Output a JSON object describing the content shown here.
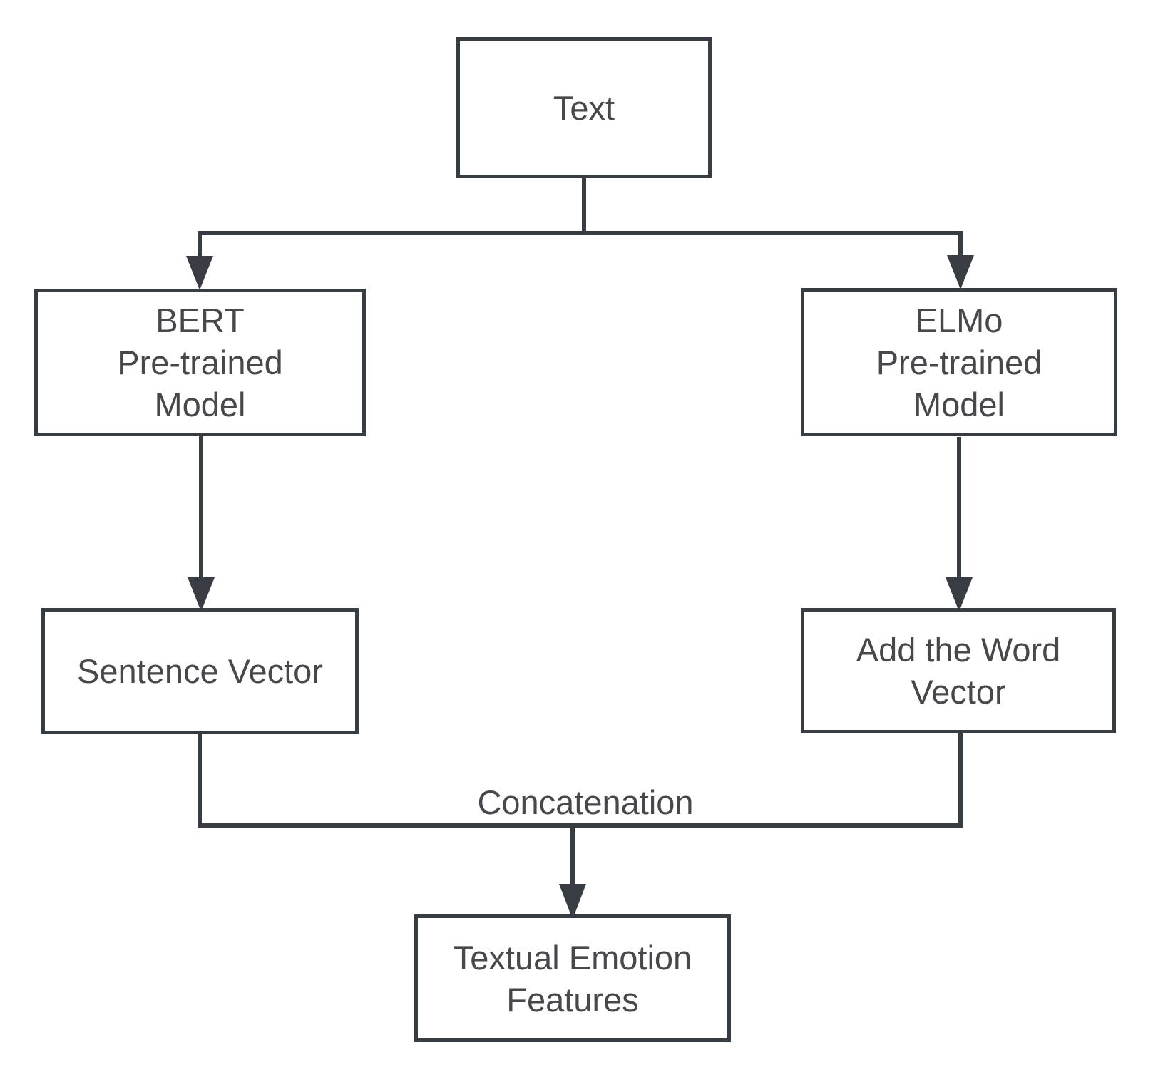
{
  "colors": {
    "background": "#ffffff",
    "line": "#383d44",
    "text": "#46484c"
  },
  "nodes": {
    "text": {
      "label": "Text"
    },
    "bert": {
      "label": "BERT\nPre-trained\nModel"
    },
    "elmo": {
      "label": "ELMo\nPre-trained\nModel"
    },
    "sentence_vector": {
      "label": "Sentence Vector"
    },
    "add_word_vector": {
      "label": "Add the Word\nVector"
    },
    "textual_emotion_features": {
      "label": "Textual Emotion\nFeatures"
    }
  },
  "labels": {
    "concatenation": "Concatenation"
  },
  "chart_data": {
    "type": "flowchart",
    "edges": [
      {
        "from": "Text",
        "to": "BERT Pre-trained Model"
      },
      {
        "from": "Text",
        "to": "ELMo Pre-trained Model"
      },
      {
        "from": "BERT Pre-trained Model",
        "to": "Sentence Vector"
      },
      {
        "from": "ELMo Pre-trained Model",
        "to": "Add the Word Vector"
      },
      {
        "from": "Sentence Vector + Add the Word Vector",
        "to": "Textual Emotion Features",
        "label": "Concatenation"
      }
    ]
  }
}
